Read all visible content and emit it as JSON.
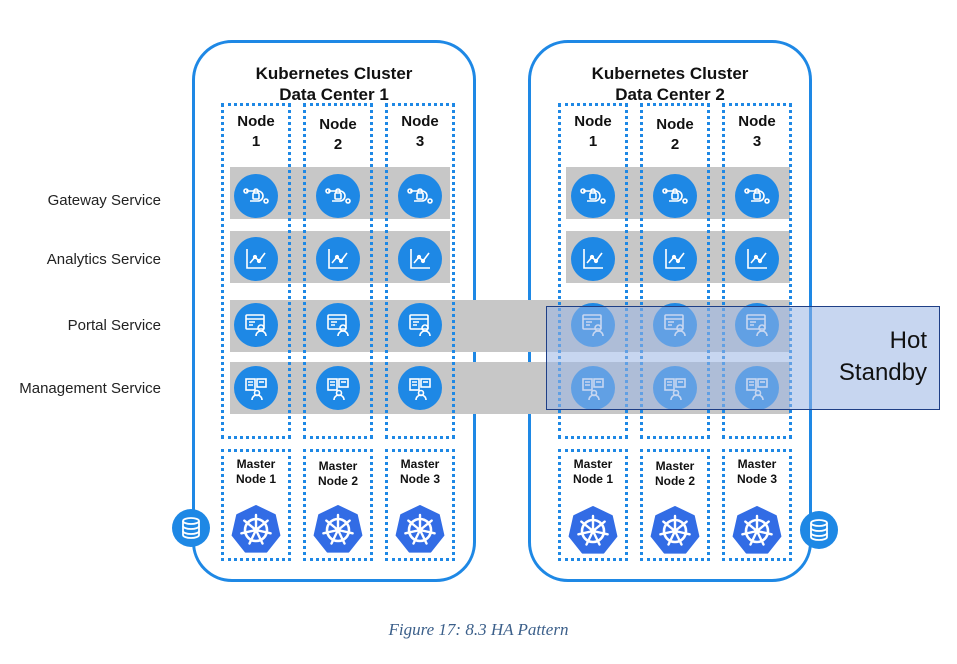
{
  "clusters": [
    {
      "title_line1": "Kubernetes Cluster",
      "title_line2": "Data Center 1"
    },
    {
      "title_line1": "Kubernetes Cluster",
      "title_line2": "Data Center 2"
    }
  ],
  "nodes": [
    {
      "word": "Node",
      "num": "1"
    },
    {
      "word": "Node",
      "num": "2"
    },
    {
      "word": "Node",
      "num": "3"
    }
  ],
  "services": [
    {
      "label": "Gateway Service",
      "icon": "gateway-icon"
    },
    {
      "label": "Analytics Service",
      "icon": "analytics-icon"
    },
    {
      "label": "Portal Service",
      "icon": "portal-icon"
    },
    {
      "label": "Management Service",
      "icon": "management-icon"
    }
  ],
  "masters": [
    {
      "line1": "Master",
      "line2": "Node 1"
    },
    {
      "line1": "Master",
      "line2": "Node 2"
    },
    {
      "line1": "Master",
      "line2": "Node 3"
    }
  ],
  "hot_standby": {
    "line1": "Hot",
    "line2": "Standby"
  },
  "caption": "Figure 17: 8.3 HA Pattern",
  "colors": {
    "accent": "#1e88e5",
    "band": "#c7c7c7",
    "standby": "#99b4e4"
  }
}
